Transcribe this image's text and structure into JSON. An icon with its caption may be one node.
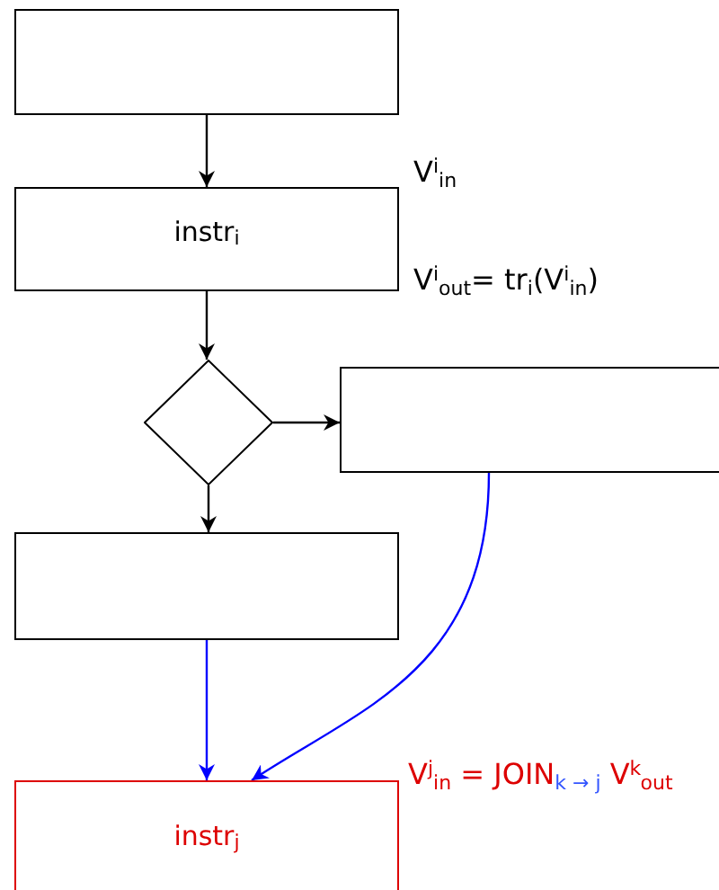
{
  "diagram": {
    "nodes": [
      {
        "text": [],
        "shape": "box"
      },
      {
        "text": [
          "instr$_{i}$"
        ],
        "beside": [
          "V$^{i}$$_{in}$",
          "V$^{i}$$_{out}$= tr$_{i}$(V$^{i}$$_{in}$)"
        ]
      },
      {
        "text": [],
        "shape": "diamond"
      },
      {
        "text": [],
        "shape": "box"
      },
      {
        "text": [],
        "shape": "box"
      },
      {
        "text": [
          "instr$_{j}$"
        ],
        "beside": [
          "V$^{j}$$_{in}$ = JOIN$_{k → j}$ V$^{k}$$_{out}$"
        ]
      }
    ],
    "edges": [
      {
        "from": 0,
        "to": 1,
        "arrow": "to"
      },
      {
        "from": 1,
        "to": 2,
        "arrow": "to"
      },
      {
        "from": 2,
        "to": 3,
        "arrow": "to"
      },
      {
        "from": 2,
        "to": 4,
        "arrow": "to"
      },
      {
        "from": 4,
        "to": 5,
        "arrow": "to",
        "color": "#0000ff"
      },
      {
        "from": 3,
        "to": 5,
        "arrow": "to",
        "color": "#0000ff"
      }
    ]
  }
}
